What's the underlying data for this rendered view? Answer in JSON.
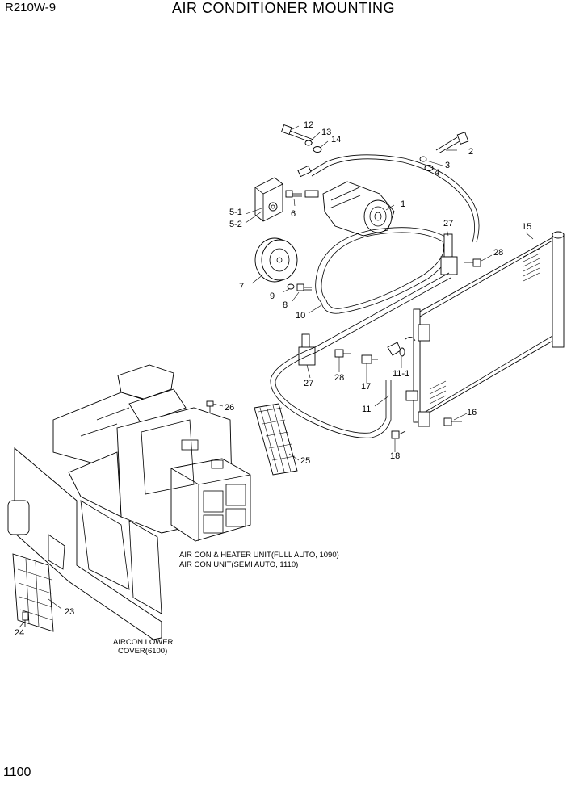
{
  "header": {
    "model": "R210W-9",
    "title": "AIR CONDITIONER MOUNTING"
  },
  "footer": {
    "page_number": "1100"
  },
  "callouts": {
    "c1": "1",
    "c2": "2",
    "c3": "3",
    "c4": "4",
    "c5_1": "5-1",
    "c5_2": "5-2",
    "c6": "6",
    "c7": "7",
    "c8": "8",
    "c9": "9",
    "c10": "10",
    "c11": "11",
    "c11_1": "11-1",
    "c12": "12",
    "c13": "13",
    "c14": "14",
    "c15": "15",
    "c16": "16",
    "c17": "17",
    "c18": "18",
    "c23": "23",
    "c24": "24",
    "c25": "25",
    "c26": "26",
    "c27a": "27",
    "c27b": "27",
    "c28a": "28",
    "c28b": "28"
  },
  "notes": {
    "unit_full_auto": "AIR CON & HEATER UNIT(FULL AUTO, 1090)",
    "unit_semi_auto": "AIR CON UNIT(SEMI AUTO, 1110)",
    "lower_cover_1": "AIRCON LOWER",
    "lower_cover_2": "COVER(6100)"
  }
}
